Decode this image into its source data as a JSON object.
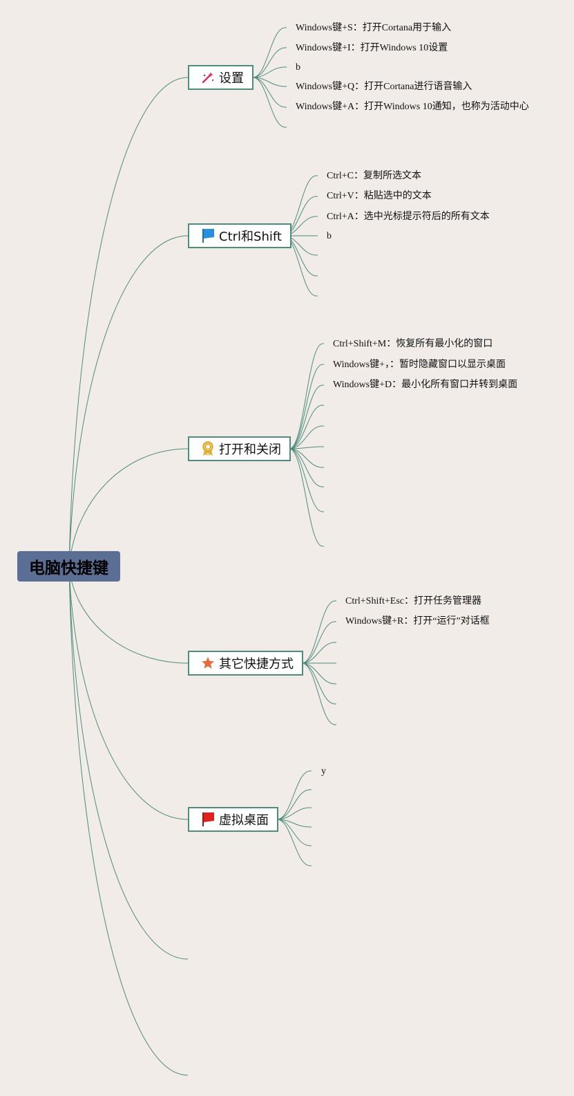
{
  "root": {
    "label": "电脑快捷键"
  },
  "topics": [
    {
      "label": "设置",
      "icon": "magic-wand-icon",
      "items": [
        "Windows键+S：打开Cortana用于输入",
        "Windows键+I：打开Windows 10设置",
        "b",
        "Windows键+Q：打开Cortana进行语音输入",
        "Windows键+A：打开Windows 10通知，也称为活动中心",
        ""
      ]
    },
    {
      "label": "Ctrl和Shift",
      "icon": "blue-flag-icon",
      "items": [
        "Ctrl+C：复制所选文本",
        "Ctrl+V：粘贴选中的文本",
        "Ctrl+A：选中光标提示符后的所有文本",
        "b",
        "",
        "",
        ""
      ]
    },
    {
      "label": "打开和关闭",
      "icon": "award-ribbon-icon",
      "items": [
        "Ctrl+Shift+M：恢复所有最小化的窗口",
        "Windows键+，：暂时隐藏窗口以显示桌面",
        "Windows键+D：最小化所有窗口并转到桌面",
        "",
        "",
        "",
        "",
        "",
        "",
        "",
        ""
      ]
    },
    {
      "label": "其它快捷方式",
      "icon": "star-icon",
      "items": [
        "Ctrl+Shift+Esc：打开任务管理器",
        "Windows键+R：打开“运行”对话框",
        "",
        "",
        "",
        "",
        ""
      ]
    },
    {
      "label": "虚拟桌面",
      "icon": "red-flag-icon",
      "items": [
        "y",
        "",
        "",
        "",
        "",
        ""
      ]
    }
  ],
  "colors": {
    "background": "#f1ece7",
    "root_fill": "#5b6e94",
    "connector": "#4e8c7c",
    "topic_border": "#4e8c7c"
  }
}
